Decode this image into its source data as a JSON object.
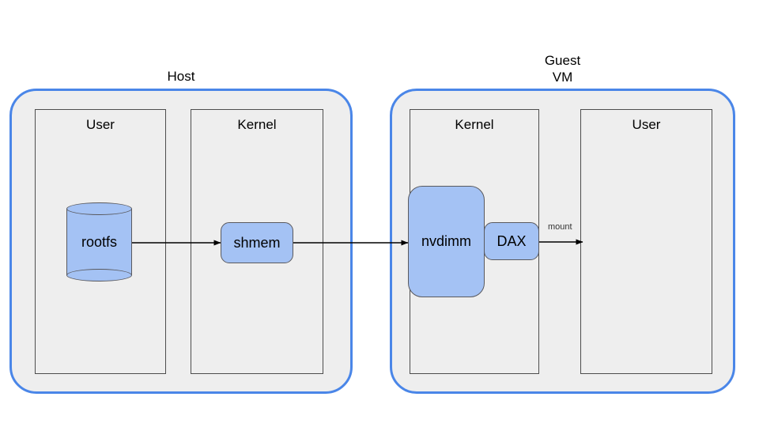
{
  "diagram": {
    "title_not_shown": null,
    "zones": [
      {
        "id": "host",
        "label": "Host"
      },
      {
        "id": "guest",
        "label": "Guest\nVM"
      }
    ],
    "panes": [
      {
        "id": "host-user",
        "label": "User",
        "zone": "host"
      },
      {
        "id": "host-kernel",
        "label": "Kernel",
        "zone": "host"
      },
      {
        "id": "guest-kernel",
        "label": "Kernel",
        "zone": "guest"
      },
      {
        "id": "guest-user",
        "label": "User",
        "zone": "guest"
      }
    ],
    "nodes": [
      {
        "id": "rootfs",
        "label": "rootfs",
        "shape": "cylinder",
        "pane": "host-user"
      },
      {
        "id": "shmem",
        "label": "shmem",
        "shape": "rounded-rectangle",
        "pane": "host-kernel"
      },
      {
        "id": "nvdimm",
        "label": "nvdimm",
        "shape": "rounded-rectangle",
        "pane": "guest-kernel"
      },
      {
        "id": "dax",
        "label": "DAX",
        "shape": "rounded-rectangle",
        "pane": "guest-kernel"
      }
    ],
    "edges": [
      {
        "from": "rootfs",
        "to": "shmem",
        "label": ""
      },
      {
        "from": "shmem",
        "to": "nvdimm",
        "label": ""
      },
      {
        "from": "dax",
        "to": "guest-user",
        "label": "mount"
      }
    ],
    "colors": {
      "node_fill": "#a4c2f4",
      "node_stroke": "#59595e",
      "zone_fill": "#eeeeee",
      "zone_stroke": "#4a86e8",
      "pane_stroke": "#4d4d4d",
      "edge_stroke": "#000000",
      "edge_label": "#333333",
      "page_background": "#ffffff"
    }
  }
}
